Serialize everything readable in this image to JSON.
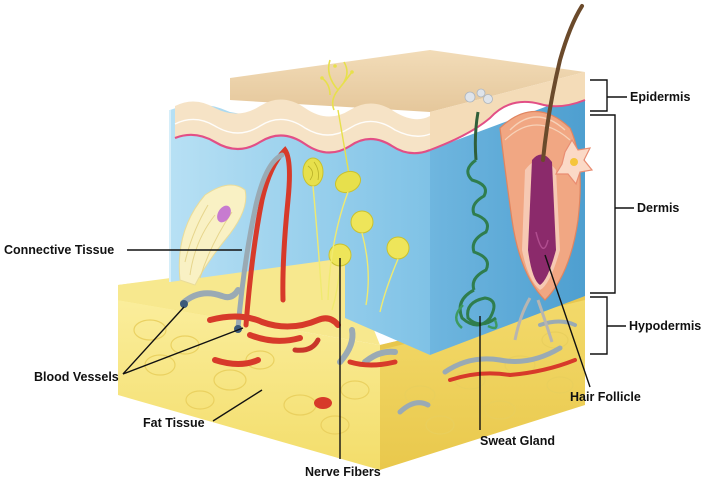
{
  "labels": {
    "epidermis": "Epidermis",
    "dermis": "Dermis",
    "hypodermis": "Hypodermis",
    "connective_tissue": "Connective Tissue",
    "blood_vessels": "Blood Vessels",
    "fat_tissue": "Fat Tissue",
    "nerve_fibers": "Nerve Fibers",
    "sweat_gland": "Sweat Gland",
    "hair_follicle": "Hair Follicle"
  },
  "colors": {
    "epidermis_skin": "#efd3a9",
    "dermis_blue": "#9fd3ee",
    "hypodermis_yellow": "#f7e78c",
    "fat_bubbles": "#fff3b0",
    "blood_red": "#d73a2a",
    "vein_gray": "#9aaab4",
    "gland_green": "#2f7d4e",
    "nerve_yellow": "#e7e04c",
    "follicle_purple": "#8b2a6b",
    "hair_brown": "#6b4a2b"
  }
}
